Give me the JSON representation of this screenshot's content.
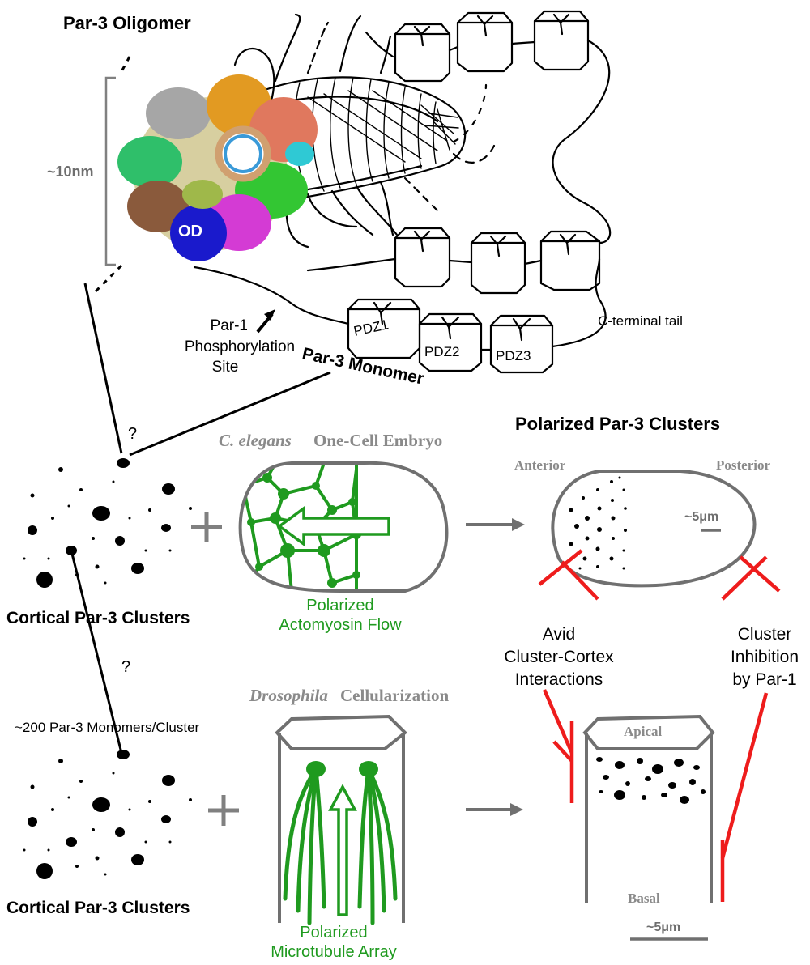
{
  "oligomer": {
    "title": "Par-3 Oligomer",
    "scale_label": "~10nm",
    "od_label": "OD",
    "phospho_label_1": "Par-1",
    "phospho_label_2": "Phosphorylation",
    "phospho_label_3": "Site"
  },
  "monomer": {
    "title": "Par-3 Monomer",
    "pdz1": "PDZ1",
    "pdz2": "PDZ2",
    "pdz3": "PDZ3",
    "c_tail": "C-terminal tail"
  },
  "clusters": {
    "question_1": "?",
    "question_2": "?",
    "label_top": "Cortical Par-3 Clusters",
    "label_bottom": "Cortical Par-3 Clusters",
    "monomers_per_cluster": "~200 Par-3 Monomers/Cluster"
  },
  "elegans": {
    "title_italic": "C. elegans",
    "title_rest": "One-Cell Embryo",
    "flow_line_1": "Polarized",
    "flow_line_2": "Actomyosin Flow"
  },
  "drosophila": {
    "title_italic": "Drosophila",
    "title_rest": "Cellularization",
    "array_line_1": "Polarized",
    "array_line_2": "Microtubule Array"
  },
  "polarized": {
    "title": "Polarized Par-3 Clusters",
    "anterior": "Anterior",
    "posterior": "Posterior",
    "scale_top": "~5μm",
    "apical": "Apical",
    "basal": "Basal",
    "scale_bottom": "~5μm"
  },
  "interactions": {
    "avid_1": "Avid",
    "avid_2": "Cluster-Cortex",
    "avid_3": "Interactions",
    "inhib_1": "Cluster",
    "inhib_2": "Inhibition",
    "inhib_3": "by Par-1"
  },
  "colors": {
    "green": "#1f9a1f",
    "red": "#ee1c1c",
    "grey": "#707070",
    "od_blue": "#1a1acc"
  }
}
